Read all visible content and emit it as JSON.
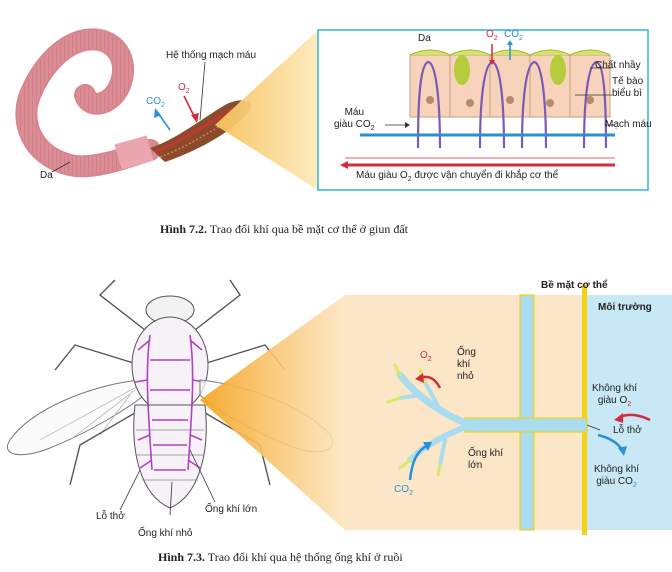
{
  "figure1": {
    "labels": {
      "circulatory_system": "Hệ thống mạch máu",
      "o2": "O",
      "o2_sub": "2",
      "co2": "CO",
      "co2_sub": "2",
      "skin": "Da"
    },
    "inset": {
      "skin": "Da",
      "o2": "O",
      "o2_sub": "2",
      "co2": "CO",
      "co2_sub": "2",
      "mucus": "Chất nhầy",
      "epidermal_cell_1": "Tế bào",
      "epidermal_cell_2": "biểu bì",
      "blood_vessel": "Mạch máu",
      "blood_co2_1": "Máu",
      "blood_co2_2": "giàu CO",
      "blood_co2_sub": "2",
      "blood_o2_pre": "Máu giàu O",
      "blood_o2_sub": "2",
      "blood_o2_post": " được vận chuyển đi khắp cơ thể"
    },
    "caption_num": "Hình 7.2.",
    "caption_text": " Trao đổi khí qua bề mặt cơ thể ở giun đất"
  },
  "figure2": {
    "labels": {
      "spiracle": "Lỗ thở",
      "small_trachea": "Ống khí nhỏ",
      "large_trachea": "Ống khí lớn"
    },
    "inset": {
      "body_surface": "Bề mặt cơ thể",
      "environment": "Môi trường",
      "o2": "O",
      "o2_sub": "2",
      "small_trachea_1": "Ống",
      "small_trachea_2": "khí",
      "small_trachea_3": "nhỏ",
      "air_o2_1": "Không khí",
      "air_o2_2": "giàu O",
      "air_o2_sub": "2",
      "spiracle": "Lỗ thở",
      "large_trachea_1": "Ống khí",
      "large_trachea_2": "lớn",
      "air_co2_1": "Không khí",
      "air_co2_2": "giàu CO",
      "air_co2_sub": "2",
      "co2": "CO",
      "co2_sub": "2"
    },
    "caption_num": "Hình 7.3.",
    "caption_text": " Trao đổi khí qua hệ thống ống khí ở ruồi"
  },
  "colors": {
    "worm": "#d98b93",
    "blood_red": "#d62b3a",
    "blood_blue": "#2b8fd6",
    "inset_border": "#35b3d4",
    "trachea": "#a9dcef",
    "tissue": "#fbe6c8",
    "surface": "#f3d316",
    "mucus": "#b6cc3a"
  }
}
